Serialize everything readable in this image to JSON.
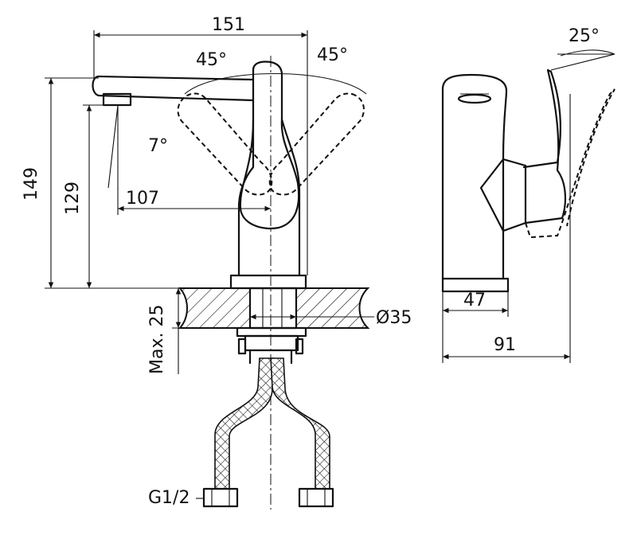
{
  "dimensions": {
    "overall_width": "151",
    "angle_left": "45°",
    "angle_right": "45°",
    "tilt_angle": "7°",
    "reach": "107",
    "overall_height": "149",
    "spout_height": "129",
    "deck_thickness_max": "Max. 25",
    "mounting_hole": "Ø35",
    "inlet_thread": "G1/2",
    "handle_angle": "25°",
    "base_diameter": "47",
    "side_depth": "91"
  }
}
